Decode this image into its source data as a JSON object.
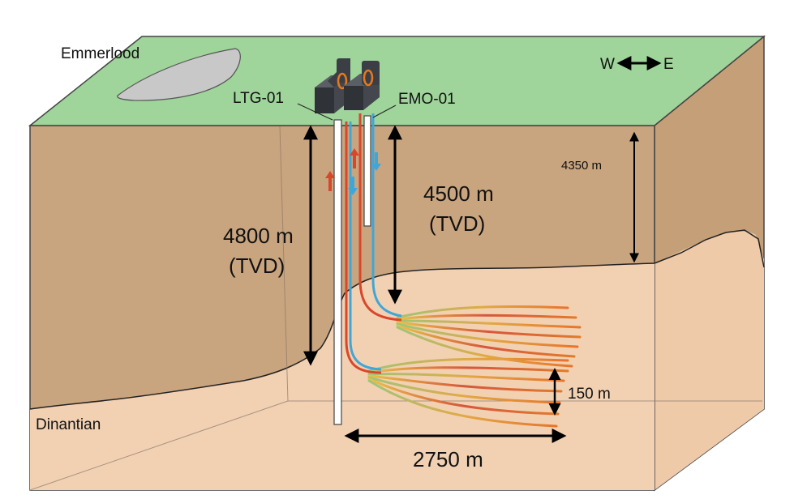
{
  "labels": {
    "town": "Emmerlood",
    "compass_w": "W",
    "compass_e": "E",
    "well_left": "LTG-01",
    "well_right": "EMO-01",
    "depth_left_value": "4800 m",
    "depth_left_unit": "(TVD)",
    "depth_right_value": "4500 m",
    "depth_right_unit": "(TVD)",
    "formation_depth": "4350 m",
    "spacing": "150 m",
    "lateral_length": "2750 m",
    "formation": "Dinantian"
  },
  "colors": {
    "surface": "#9fd49b",
    "overburden": "#c9a57f",
    "overburden_side": "#c59f78",
    "reservoir": "#f2d1b3",
    "hot_flow": "#d9472b",
    "cold_flow": "#3fa6d8",
    "rig": "#3b3f45",
    "rig_accent": "#e6781f"
  },
  "icons": [
    "double-arrow-icon",
    "up-arrow-icon",
    "down-arrow-icon",
    "drilling-rig-icon",
    "lake-icon"
  ]
}
